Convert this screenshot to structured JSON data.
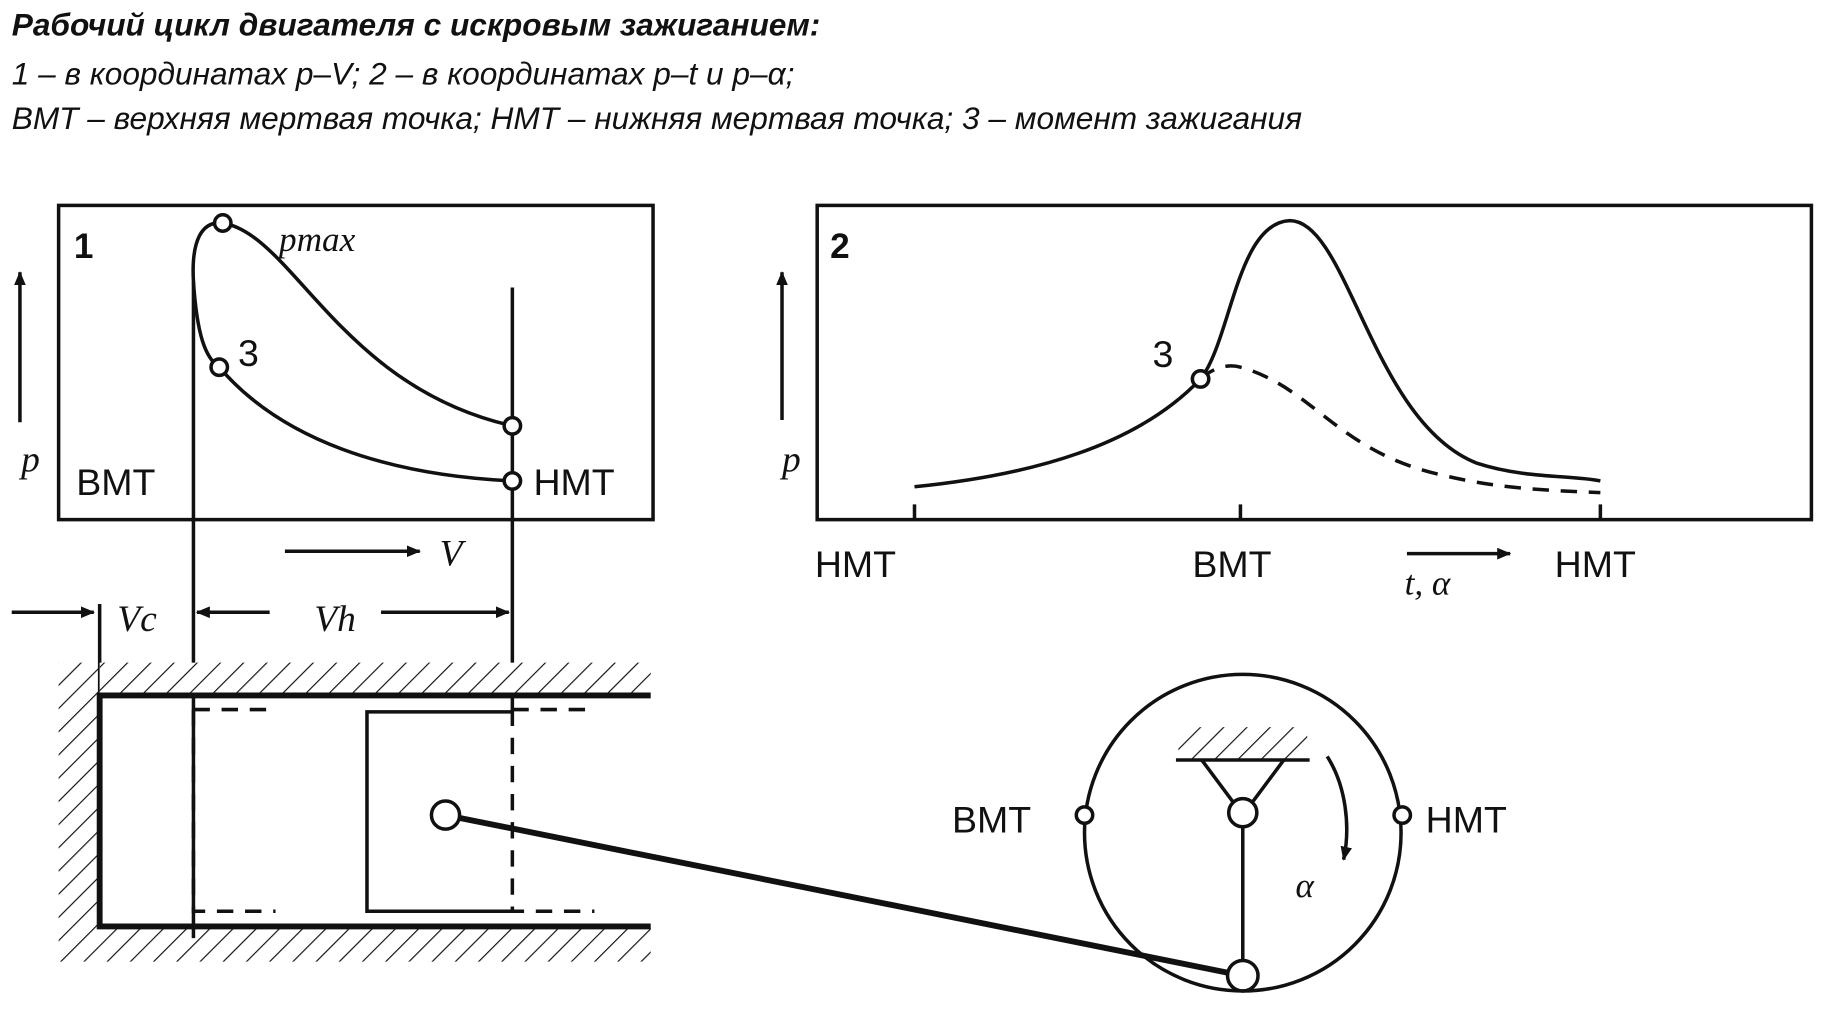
{
  "caption": {
    "title": "Рабочий цикл двигателя с искровым зажиганием:",
    "line2": "1 – в координатах p–V; 2 – в координатах p–t и p–α;",
    "line3": "ВМТ – верхняя мертвая точка; НМТ – нижняя мертвая точка; 3 – момент зажигания"
  },
  "diagram1": {
    "number": "1",
    "pmax": "pmax",
    "ignition": "3",
    "p_axis": "p",
    "tdc": "ВМТ",
    "bdc": "НМТ",
    "v_axis": "V",
    "vc": "Vc",
    "vh": "Vh"
  },
  "diagram2": {
    "number": "2",
    "ignition": "3",
    "p_axis": "p",
    "bdc_left": "НМТ",
    "tdc": "ВМТ",
    "bdc_right": "НМТ",
    "x_axis": "t, α"
  },
  "crank": {
    "tdc": "ВМТ",
    "bdc": "НМТ",
    "angle": "α"
  }
}
